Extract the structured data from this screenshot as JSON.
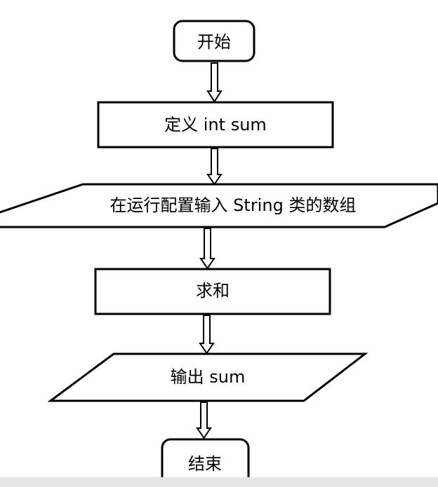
{
  "flowchart": {
    "start": "开始",
    "define": "定义 int sum",
    "input": "在运行配置输入 String 类的数组",
    "sum": "求和",
    "output": "输出 sum",
    "end": "结束"
  },
  "colors": {
    "stroke": "#000000",
    "fill": "#ffffff",
    "bottom_bar": "#e6e6e6"
  }
}
